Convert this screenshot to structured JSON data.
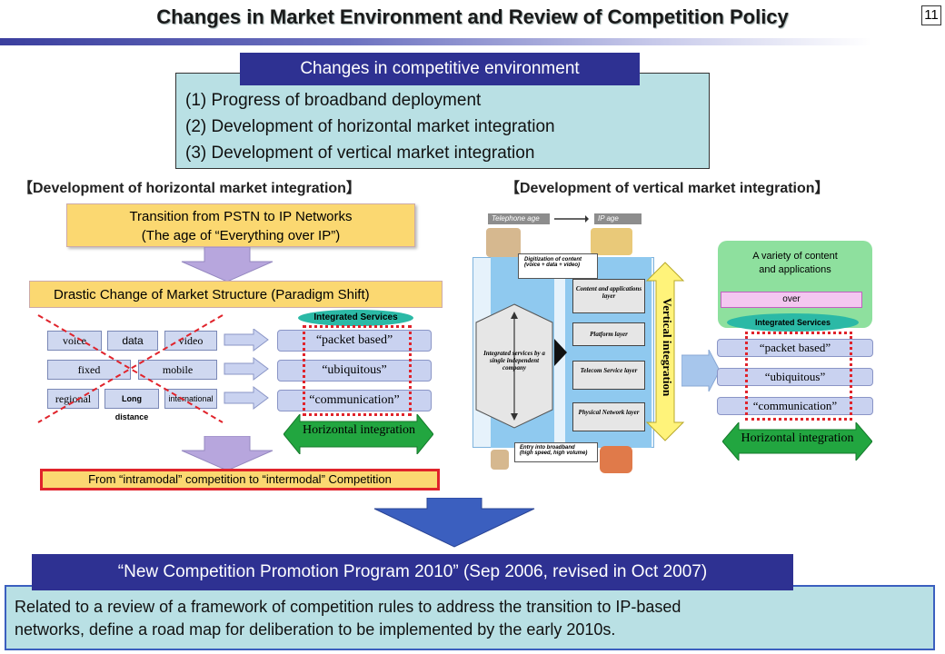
{
  "header": {
    "title": "Changes in Market Environment and Review of Competition Policy",
    "page_number": "11"
  },
  "competitive_env": {
    "heading": "Changes in competitive environment",
    "items": [
      "(1) Progress of broadband deployment",
      "(2) Development of horizontal market integration",
      "(3) Development of vertical market integration"
    ]
  },
  "horizontal": {
    "heading": "【Development of horizontal market integration】",
    "transition_line1": "Transition from PSTN to IP Networks",
    "transition_line2": "(The age of “Everything over IP”)",
    "paradigm": "Drastic Change of Market Structure (Paradigm Shift)",
    "cells": {
      "voice": "voice",
      "data": "data",
      "video": "video",
      "fixed": "fixed",
      "mobile": "mobile",
      "regional": "regional",
      "long_distance": "Long distance",
      "international": "international"
    },
    "integrated_services": "Integrated Services",
    "services": [
      "“packet based”",
      "“ubiquitous”",
      "“communication”"
    ],
    "horizontal_integration": "Horizontal integration",
    "intermodal": "From “intramodal” competition to “intermodal” Competition"
  },
  "vertical": {
    "heading": "【Development of vertical market integration】",
    "telephone_age": "Telephone age",
    "ip_age": "IP age",
    "digitization_line1": "Digitization of content",
    "digitization_line2": "(voice + data + video)",
    "integrated_by_single": "Integrated services by a single independent company",
    "layers": [
      "Content and applications layer",
      "Platform layer",
      "Telecom Service layer",
      "Physical Network layer"
    ],
    "vertical_integration": "Vertical integration",
    "entry_line1": "Entry into broadband",
    "entry_line2": "(high speed, high volume)",
    "variety_line1": "A variety of content",
    "variety_line2": "and applications",
    "over": "over",
    "integrated_services": "Integrated Services",
    "services": [
      "“packet based”",
      "“ubiquitous”",
      "“communication”"
    ],
    "horizontal_integration": "Horizontal integration"
  },
  "program": {
    "title": "“New Competition Promotion Program 2010” (Sep 2006, revised in Oct 2007)",
    "description_line1": "Related to a review of a framework of competition rules to address the transition to IP-based",
    "description_line2": "networks, define a road map for deliberation to be implemented by the early 2010s."
  },
  "colors": {
    "navy": "#2e3192",
    "teal_box": "#b9e0e4",
    "yellow_box": "#fbd871",
    "green_arrow": "#22a640",
    "red_dashed": "#e0232b"
  }
}
